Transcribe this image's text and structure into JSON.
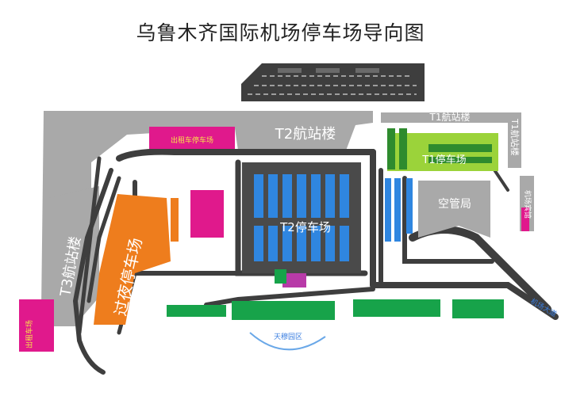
{
  "title": "乌鲁木齐国际机场停车场导向图",
  "labels": {
    "t2_terminal": "T2航站楼",
    "t1_terminal_top": "T1航站楼",
    "t1_terminal_side": "T1航站楼",
    "t3_terminal": "T3航站楼",
    "t2_parking": "T2停车场",
    "t1_parking": "T1停车场",
    "overnight_parking": "过夜停车场",
    "atc_bureau": "空管局",
    "tianmu_park": "天穆园区",
    "airport_avenue": "机场大道",
    "airport_hotel": "机场宾馆",
    "left_bottom_area": "出租车场",
    "top_magenta_area": "出租车停车场"
  },
  "colors": {
    "gray_building": "#a9a9a9",
    "road": "#3e3e3e",
    "parking_blue": "#2f86e0",
    "overnight_orange": "#ee7d1d",
    "magenta": "#e0198c",
    "lime_green": "#9bd33a",
    "green": "#17a34a"
  }
}
